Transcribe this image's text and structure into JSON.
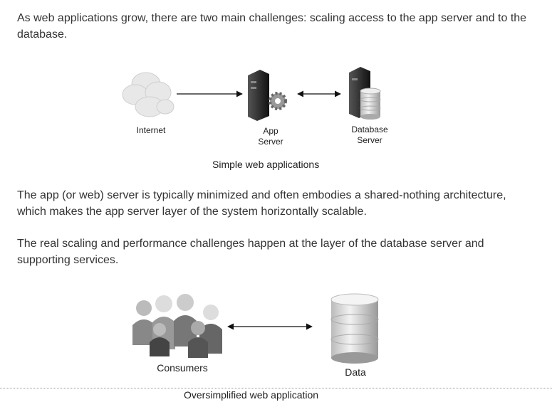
{
  "paragraphs": {
    "p1": "As web applications grow, there are two main challenges: scaling access to the app server and to the database.",
    "p2": "The app (or web) server is typically minimized and often embodies a shared-nothing architecture, which makes the app server layer of the system horizontally scalable.",
    "p3": "The real scaling and performance challenges happen at the layer of the database server and supporting services."
  },
  "diagram1": {
    "caption": "Simple web applications",
    "labels": {
      "internet": "Internet",
      "app_server_line1": "App",
      "app_server_line2": "Server",
      "db_server_line1": "Database",
      "db_server_line2": "Server"
    }
  },
  "diagram2": {
    "caption": "Oversimplified web application",
    "labels": {
      "consumers": "Consumers",
      "data": "Data"
    }
  }
}
